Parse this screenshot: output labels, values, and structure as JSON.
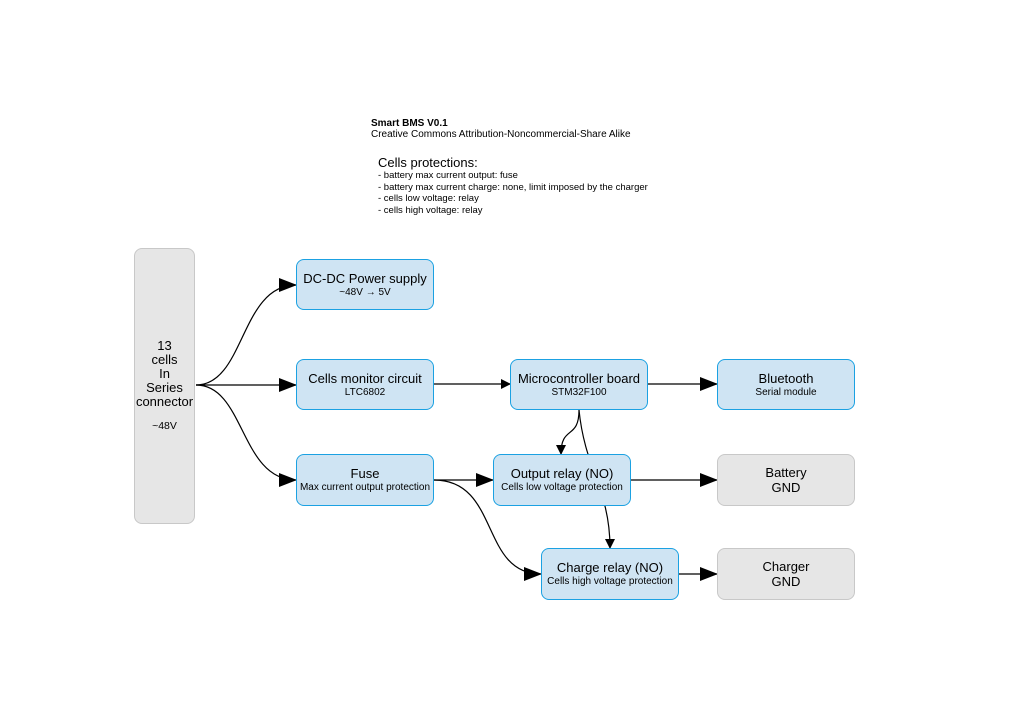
{
  "header": {
    "title": "Smart BMS V0.1",
    "license": "Creative Commons Attribution-Noncommercial-Share Alike"
  },
  "protections": {
    "title": "Cells protections:",
    "items": [
      "- battery max current output: fuse",
      "- battery max current charge: none, limit imposed by the charger",
      "- cells low voltage: relay",
      "- cells high voltage: relay"
    ]
  },
  "connector": {
    "lines": [
      "13",
      "cells",
      "In",
      "Series",
      "connector"
    ],
    "voltage": "~48V"
  },
  "blocks": {
    "dcdc": {
      "title": "DC-DC Power supply",
      "subtitle": "~48V → 5V"
    },
    "monitor": {
      "title": "Cells monitor circuit",
      "subtitle": "LTC6802"
    },
    "mcu": {
      "title": "Microcontroller board",
      "subtitle": "STM32F100"
    },
    "bluetooth": {
      "title": "Bluetooth",
      "subtitle": "Serial module"
    },
    "fuse": {
      "title": "Fuse",
      "subtitle": "Max current output protection"
    },
    "output_relay": {
      "title": "Output relay (NO)",
      "subtitle": "Cells low voltage protection"
    },
    "battery_gnd": {
      "lines": [
        "Battery",
        "GND"
      ]
    },
    "charge_relay": {
      "title": "Charge relay (NO)",
      "subtitle": "Cells high voltage protection"
    },
    "charger_gnd": {
      "lines": [
        "Charger",
        "GND"
      ]
    }
  },
  "colors": {
    "block_fill": "#cfe4f3",
    "block_stroke": "#1ba1e2",
    "terminal_fill": "#e6e6e6",
    "terminal_stroke": "#c8c8c8",
    "wire": "#000000"
  }
}
